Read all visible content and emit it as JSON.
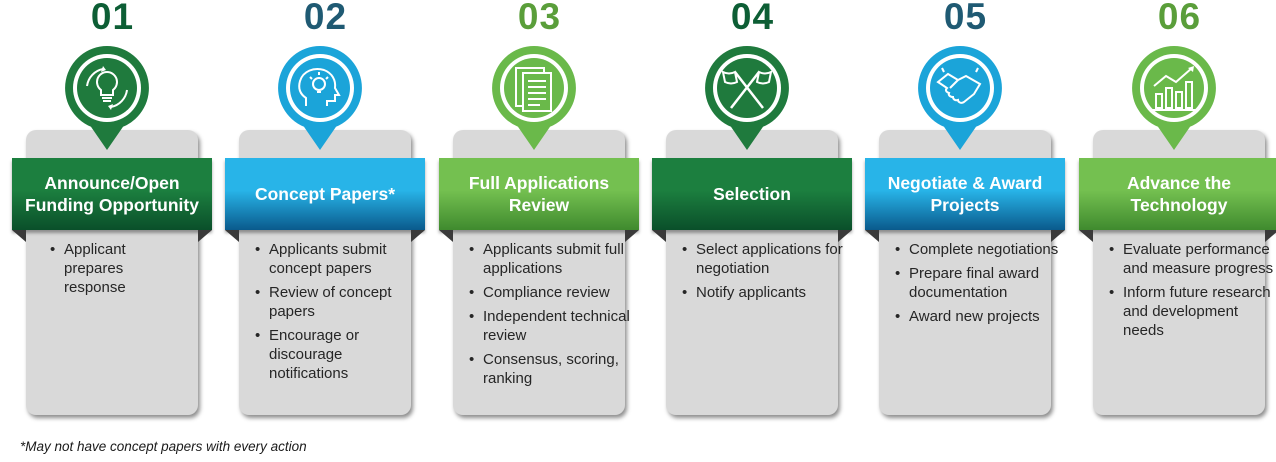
{
  "steps": [
    {
      "number": "01",
      "title": "Announce/Open Funding Opportunity",
      "icon": "lightbulb-cycle-icon",
      "theme": {
        "num": "#0d5e35",
        "pin": "#1f7a3d",
        "banner_top": "#1c7f3f",
        "banner_bottom": "#0a4f2a"
      },
      "bullets": [
        "Applicant prepares response"
      ]
    },
    {
      "number": "02",
      "title": "Concept Papers*",
      "icon": "head-lightbulb-icon",
      "theme": {
        "num": "#1f5a73",
        "pin": "#1ba4d9",
        "banner_top": "#28b4e8",
        "banner_bottom": "#0a5a8c"
      },
      "bullets": [
        "Applicants submit concept papers",
        "Review of concept papers",
        "Encourage or discourage notifications"
      ]
    },
    {
      "number": "03",
      "title": "Full Applications Review",
      "icon": "documents-icon",
      "theme": {
        "num": "#5a9e3a",
        "pin": "#6ab94a",
        "banner_top": "#74c050",
        "banner_bottom": "#3f8a2e"
      },
      "bullets": [
        "Applicants submit full applications",
        "Compliance review",
        "Independent technical review",
        "Consensus, scoring, ranking"
      ]
    },
    {
      "number": "04",
      "title": "Selection",
      "icon": "crossed-flags-icon",
      "theme": {
        "num": "#0d5e35",
        "pin": "#1f7a3d",
        "banner_top": "#1c7f3f",
        "banner_bottom": "#0a4f2a"
      },
      "bullets": [
        "Select applications for negotiation",
        "Notify applicants"
      ]
    },
    {
      "number": "05",
      "title": "Negotiate & Award Projects",
      "icon": "handshake-icon",
      "theme": {
        "num": "#1f5a73",
        "pin": "#1ba4d9",
        "banner_top": "#28b4e8",
        "banner_bottom": "#0a5a8c"
      },
      "bullets": [
        "Complete negotiations",
        "Prepare final award documentation",
        "Award new projects"
      ]
    },
    {
      "number": "06",
      "title": "Advance the Technology",
      "icon": "growth-chart-icon",
      "theme": {
        "num": "#5a9e3a",
        "pin": "#6ab94a",
        "banner_top": "#74c050",
        "banner_bottom": "#3f8a2e"
      },
      "bullets": [
        "Evaluate performance and measure progress",
        "Inform future research and development needs"
      ]
    }
  ],
  "footnote": "*May not have concept papers with every action"
}
